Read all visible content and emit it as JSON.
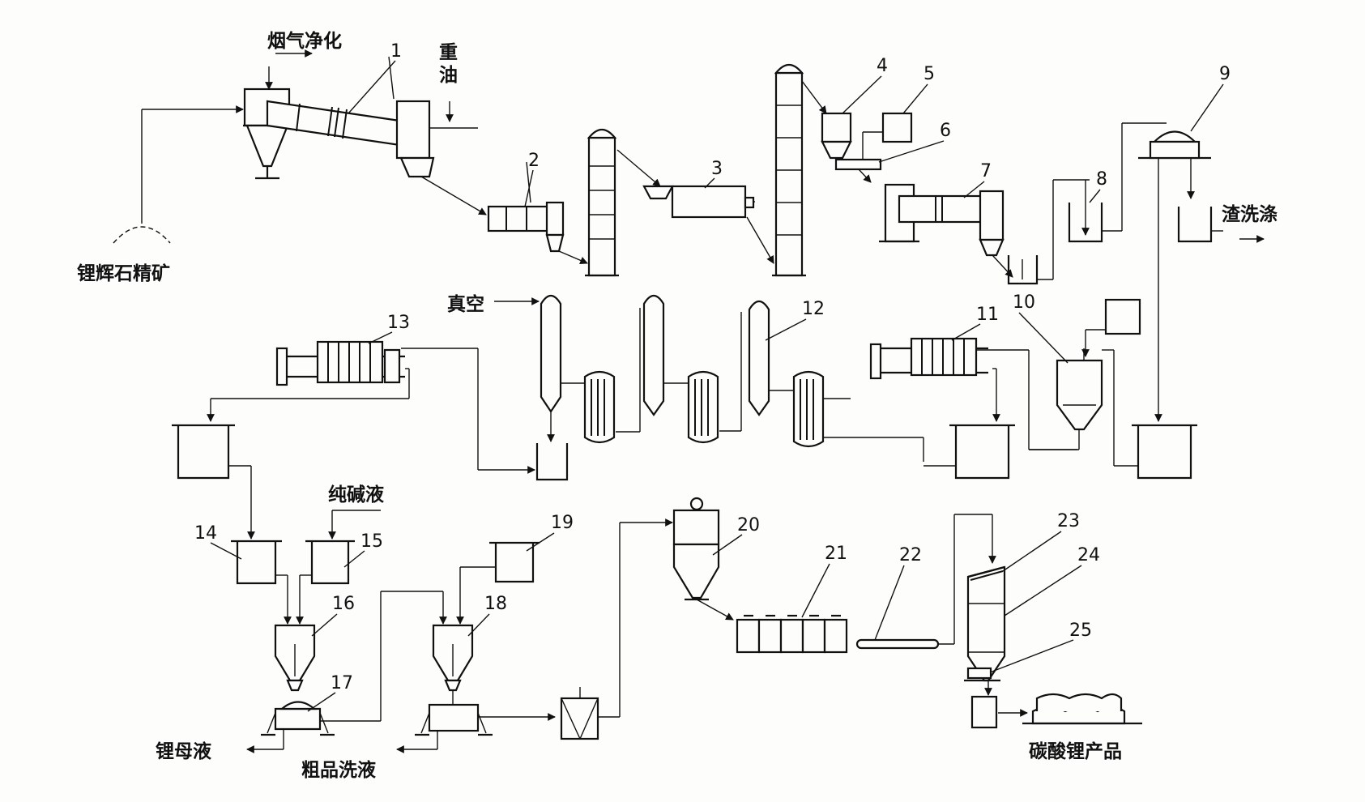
{
  "labels": {
    "flue_gas": "烟气净化",
    "heavy_oil_1": "重",
    "heavy_oil_2": "油",
    "spodumene": "锂辉石精矿",
    "vacuum": "真空",
    "slag_wash": "渣洗涤",
    "soda_solution": "纯碱液",
    "mother_liquor": "锂母液",
    "crude_wash": "粗品洗液",
    "product": "碳酸锂产品"
  },
  "numbers": [
    "1",
    "2",
    "3",
    "4",
    "5",
    "6",
    "7",
    "8",
    "9",
    "10",
    "11",
    "12",
    "13",
    "14",
    "15",
    "16",
    "17",
    "18",
    "19",
    "20",
    "21",
    "22",
    "23",
    "24",
    "25"
  ]
}
